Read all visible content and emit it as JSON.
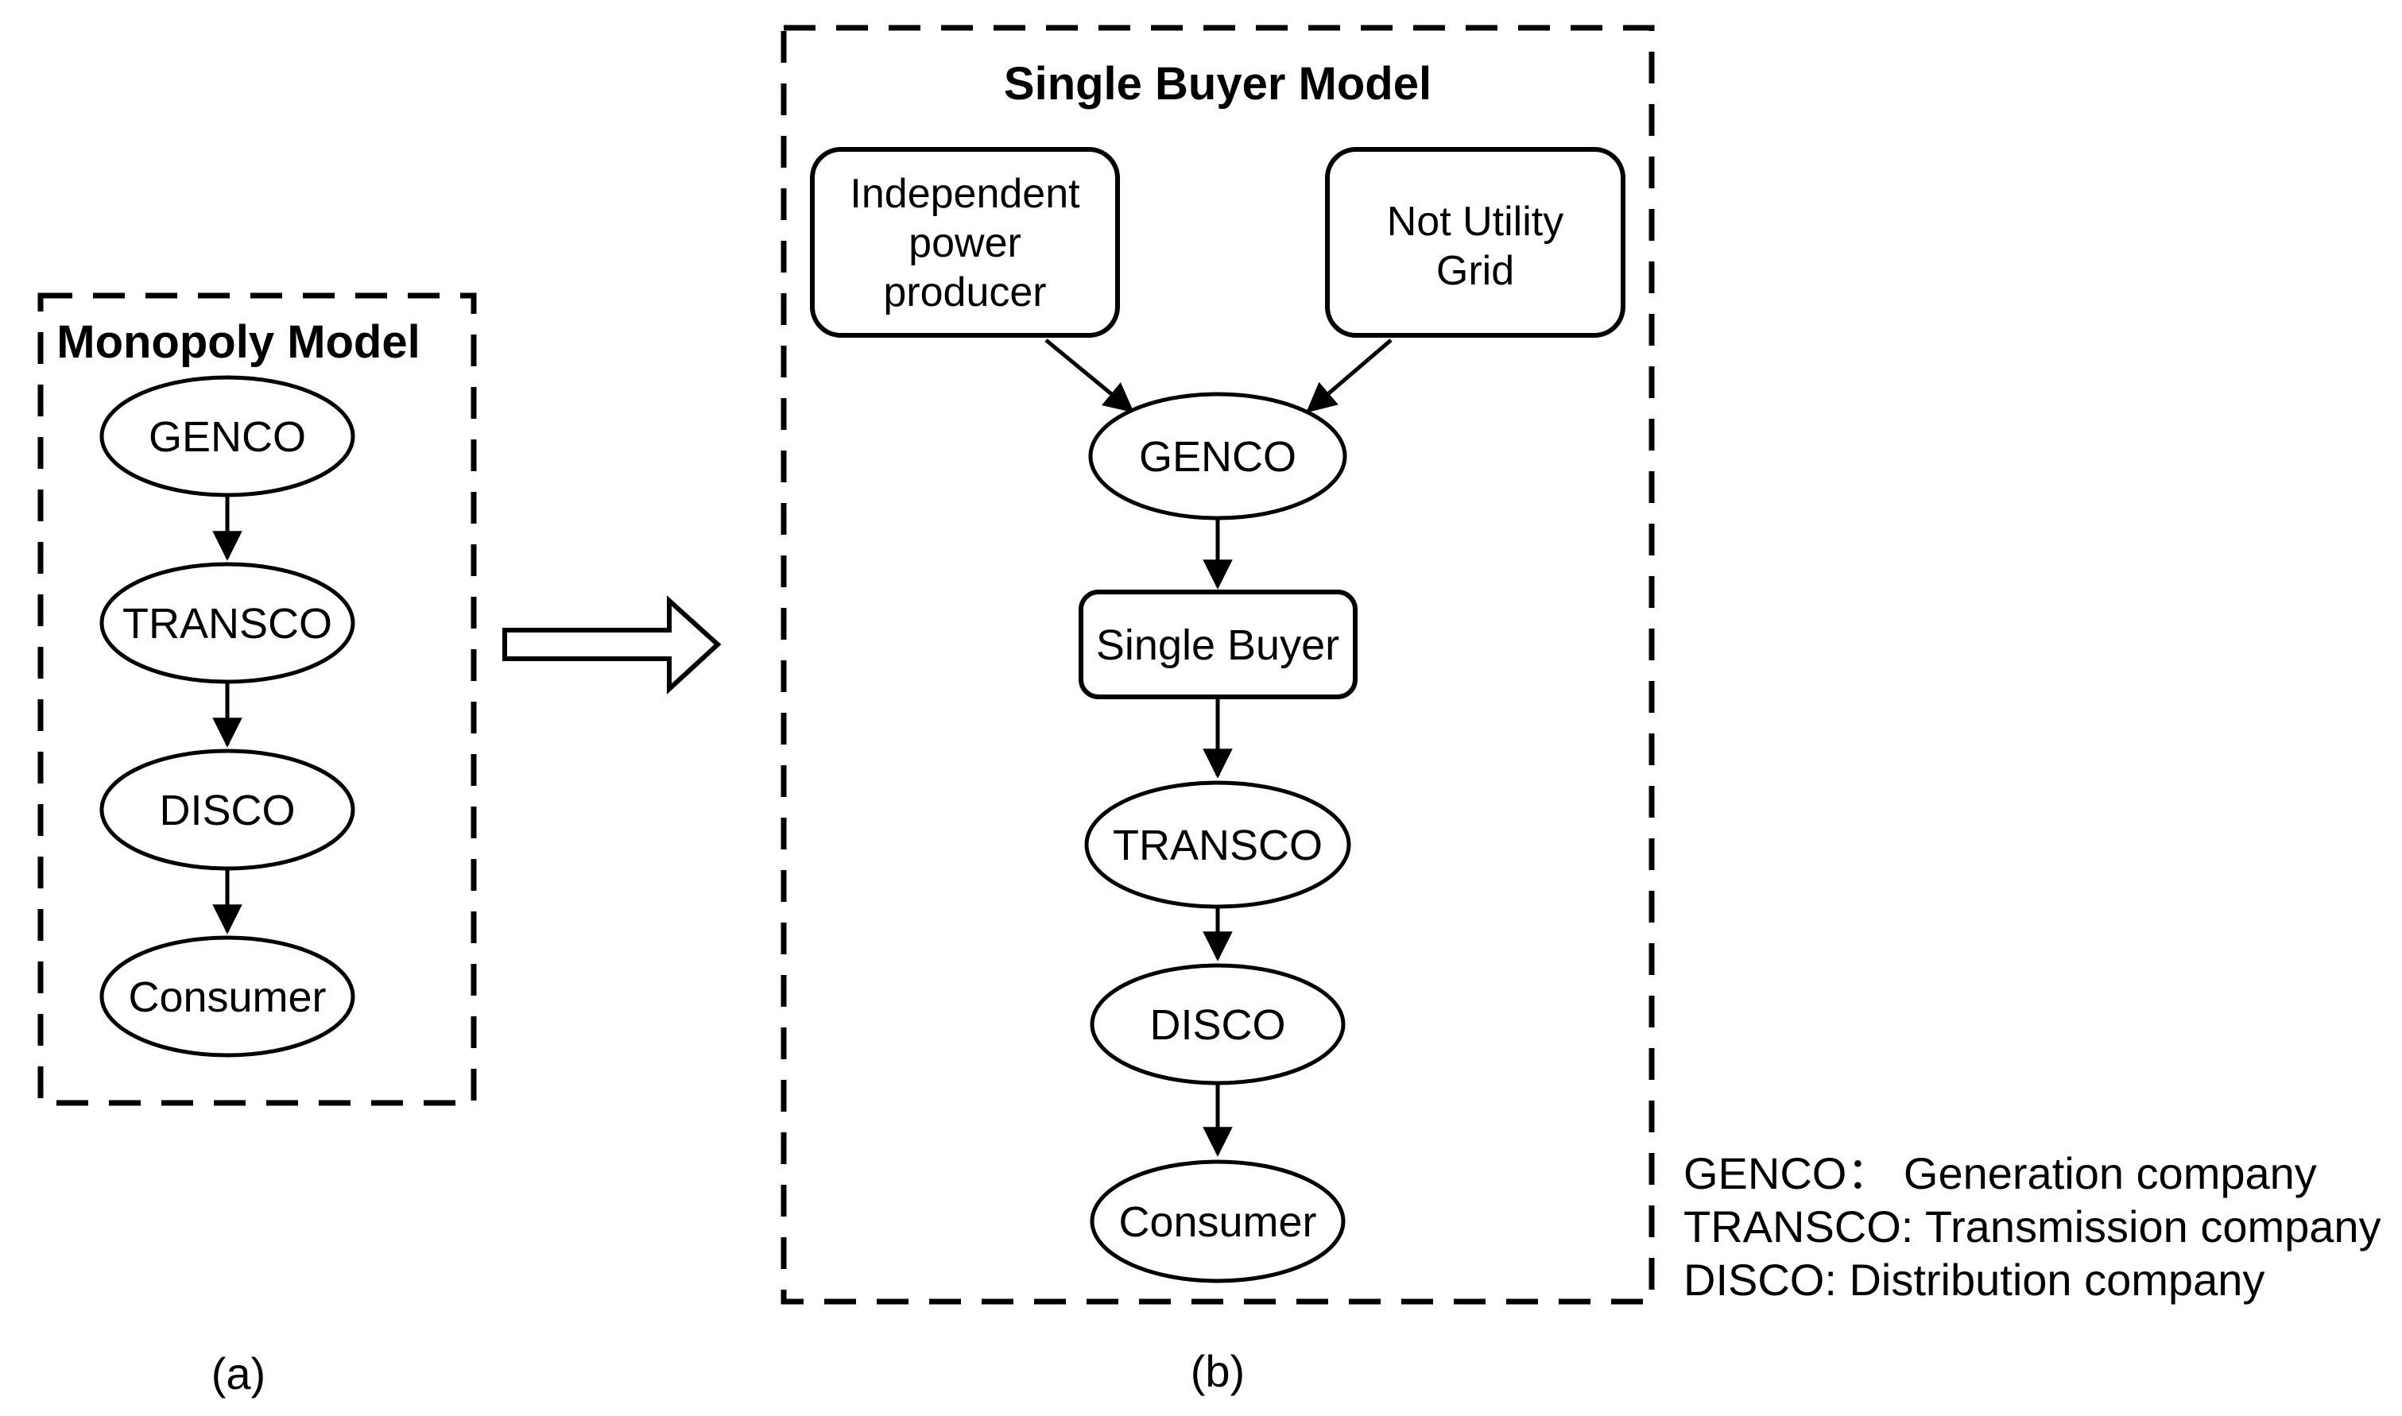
{
  "panel_a": {
    "title": "Monopoly Model",
    "nodes": {
      "genco": "GENCO",
      "transco": "TRANSCO",
      "disco": "DISCO",
      "consumer": "Consumer"
    },
    "caption": "(a)"
  },
  "panel_b": {
    "title": "Single Buyer Model",
    "producer_lines": [
      "Independent",
      "power",
      "producer"
    ],
    "grid_lines": [
      "Not Utility",
      "Grid"
    ],
    "single_buyer": "Single Buyer",
    "nodes": {
      "genco": "GENCO",
      "transco": "TRANSCO",
      "disco": "DISCO",
      "consumer": "Consumer"
    },
    "caption": "(b)"
  },
  "legend": {
    "lines": [
      "GENCO： Generation company",
      "TRANSCO: Transmission company",
      "DISCO: Distribution company"
    ]
  },
  "colors": {
    "ink": "#000000",
    "background": "#ffffff"
  }
}
